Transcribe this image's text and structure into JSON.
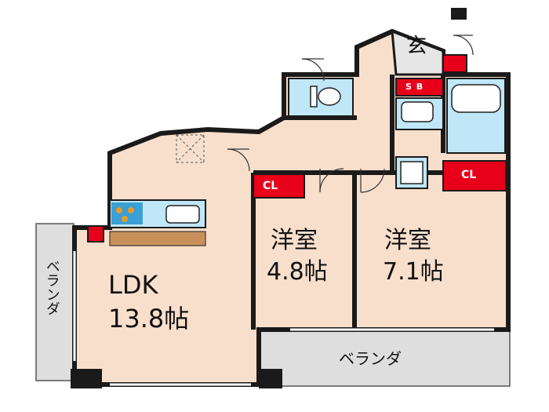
{
  "colors": {
    "floor": "#f8dfcc",
    "wall": "#1a1a1a",
    "storage": "#e8001a",
    "water": "#bfe7f7",
    "balcony": "#dedede",
    "genkan": "#e6e6e6",
    "counter": "#c8915c",
    "stove": "#3aa0d6"
  },
  "rooms": {
    "ldk_name": "LDK",
    "ldk_size": "13.8帖",
    "room1_name": "洋室",
    "room1_size": "4.8帖",
    "room2_name": "洋室",
    "room2_size": "7.1帖"
  },
  "storage": {
    "cl_left": "CL",
    "cl_right": "CL",
    "sb": "S B"
  },
  "entrance": "玄",
  "balcony_bottom": "ベランダ",
  "balcony_left": "ベランダ"
}
